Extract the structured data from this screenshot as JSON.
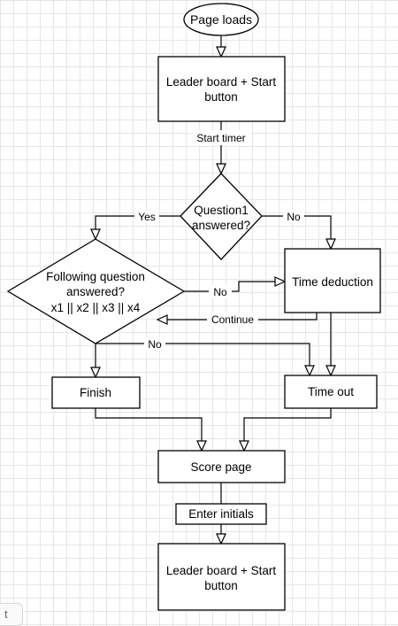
{
  "nodes": {
    "start": "Page loads",
    "leaderboard_top": [
      "Leader board + Start",
      "button"
    ],
    "question1": [
      "Question1",
      "answered?"
    ],
    "following": [
      "Following question",
      "answered?",
      "x1 || x2 || x3 || x4"
    ],
    "time_deduction": "Time deduction",
    "finish": "Finish",
    "time_out": "Time out",
    "score_page": "Score page",
    "enter_initials": "Enter initials",
    "leaderboard_bottom": [
      "Leader board + Start",
      "button"
    ]
  },
  "edge_labels": {
    "start_timer": "Start timer",
    "q1_yes": "Yes",
    "q1_no": "No",
    "following_no_deduction": "No",
    "continue": "Continue",
    "following_no_timeout": "No"
  },
  "corner_tab": "t"
}
